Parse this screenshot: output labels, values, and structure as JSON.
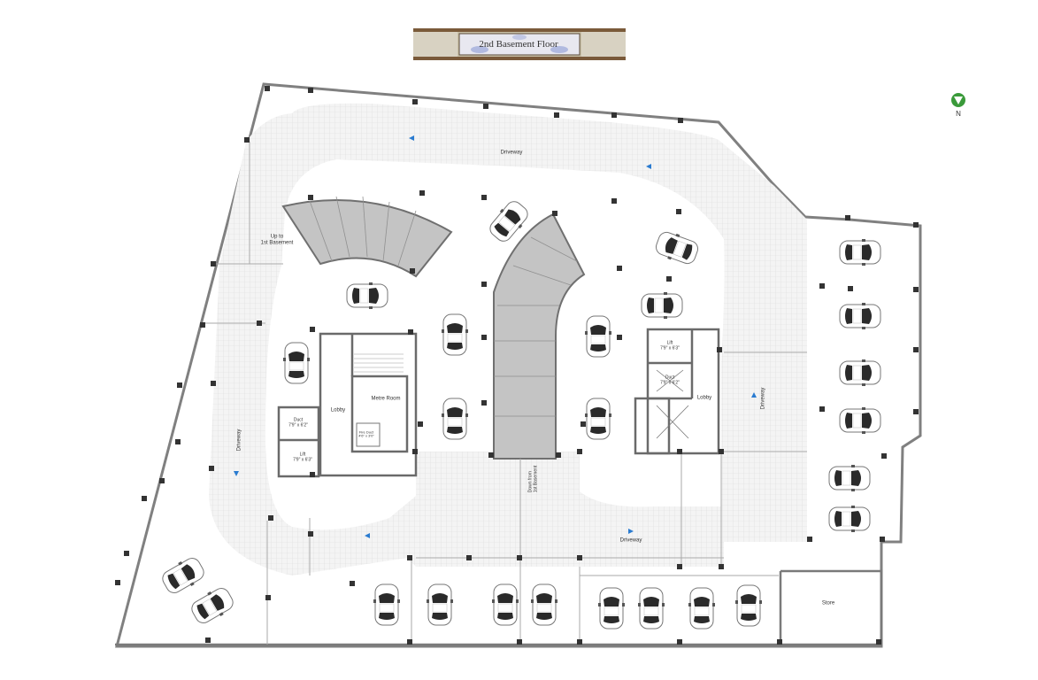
{
  "title": "2nd Basement Floor",
  "north_label": "N",
  "labels": {
    "driveway_top": "Driveway",
    "driveway_left": "Driveway",
    "driveway_right": "Driveway",
    "driveway_bottom": "Driveway",
    "up_ramp": "Up to\n1st Basement",
    "down_ramp": "Down from\n1st Basement",
    "lobby_left": "Lobby",
    "lobby_right": "Lobby",
    "metre_room": "Metre Room",
    "duct_left": "Duct\n7'9\" x 6'2\"",
    "lift_left": "Lift\n7'9\" x 6'3\"",
    "lift_right": "Lift\n7'9\" x 6'3\"",
    "duct_right": "Duct\n7'9\" x 6'2\"",
    "fire_duct": "Fire Duct\n4'6\" x 3'0\"",
    "store": "Store"
  },
  "colors": {
    "wall": "#7a7a7a",
    "floor_grid": "#dedede",
    "ramp": "#c4c4c4",
    "arrow": "#2a7bd0",
    "north": "#3a9a3a"
  }
}
